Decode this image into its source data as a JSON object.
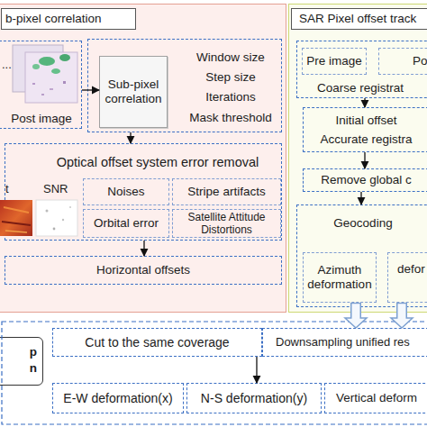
{
  "diagram": {
    "nodes": [
      {
        "text": [
          "b-pixel correlation"
        ]
      },
      {
        "text": [
          "Post image"
        ],
        "in": 0
      },
      {
        "text": [
          "Window size",
          "Step size",
          "Iterations",
          "Mask threshold"
        ],
        "in": 0
      },
      {
        "text": [
          "Sub-pixel correlation"
        ],
        "in": 2
      },
      {
        "text": [
          "Optical offset system error removal"
        ],
        "in": 0
      },
      {
        "text": [
          "Noises"
        ],
        "in": 4
      },
      {
        "text": [
          "Stripe artifacts"
        ],
        "in": 4
      },
      {
        "text": [
          "Orbital error"
        ],
        "in": 4
      },
      {
        "text": [
          "Satellite Attitude Distortions"
        ],
        "in": 4
      },
      {
        "text": [
          "Horizontal offsets"
        ],
        "in": 0
      },
      {
        "text": [
          "SAR Pixel offset track"
        ]
      },
      {
        "text": [
          "Coarse registrat"
        ],
        "in": 10
      },
      {
        "text": [
          "Pre image"
        ],
        "in": 11
      },
      {
        "text": [
          "Po"
        ],
        "in": 11
      },
      {
        "text": [
          "Initial offset",
          "Accurate registra"
        ],
        "in": 10
      },
      {
        "text": [
          "Remove global c"
        ],
        "in": 10
      },
      {
        "text": [
          "Geocoding"
        ],
        "in": 10
      },
      {
        "text": [
          "Azimuth deformation"
        ],
        "in": 16
      },
      {
        "text": [
          "defor"
        ],
        "in": 16
      },
      {
        "text": [
          "p",
          "n"
        ]
      },
      {
        "text": [
          "Cut to the same coverage"
        ]
      },
      {
        "text": [
          "Downsampling unified res"
        ]
      },
      {
        "text": [
          "E-W deformation(x)"
        ]
      },
      {
        "text": [
          "N-S deformation(y)"
        ]
      },
      {
        "text": [
          "Vertical deform"
        ]
      }
    ],
    "edges": [
      {
        "from": 1,
        "to": 3,
        "arrow": "to"
      },
      {
        "from": 2,
        "to": 4,
        "arrow": "to"
      },
      {
        "from": 4,
        "to": 9,
        "arrow": "to"
      },
      {
        "from": 11,
        "to": 14,
        "arrow": "to"
      },
      {
        "from": 14,
        "to": 15,
        "arrow": "to"
      },
      {
        "from": 15,
        "to": 16,
        "arrow": "to"
      },
      {
        "from": 17,
        "to": 21,
        "arrow": "to"
      },
      {
        "from": 18,
        "to": 21,
        "arrow": "to"
      },
      {
        "from": 20,
        "to": 23,
        "arrow": "to"
      }
    ],
    "labels": [
      "...",
      "t",
      "SNR"
    ]
  }
}
